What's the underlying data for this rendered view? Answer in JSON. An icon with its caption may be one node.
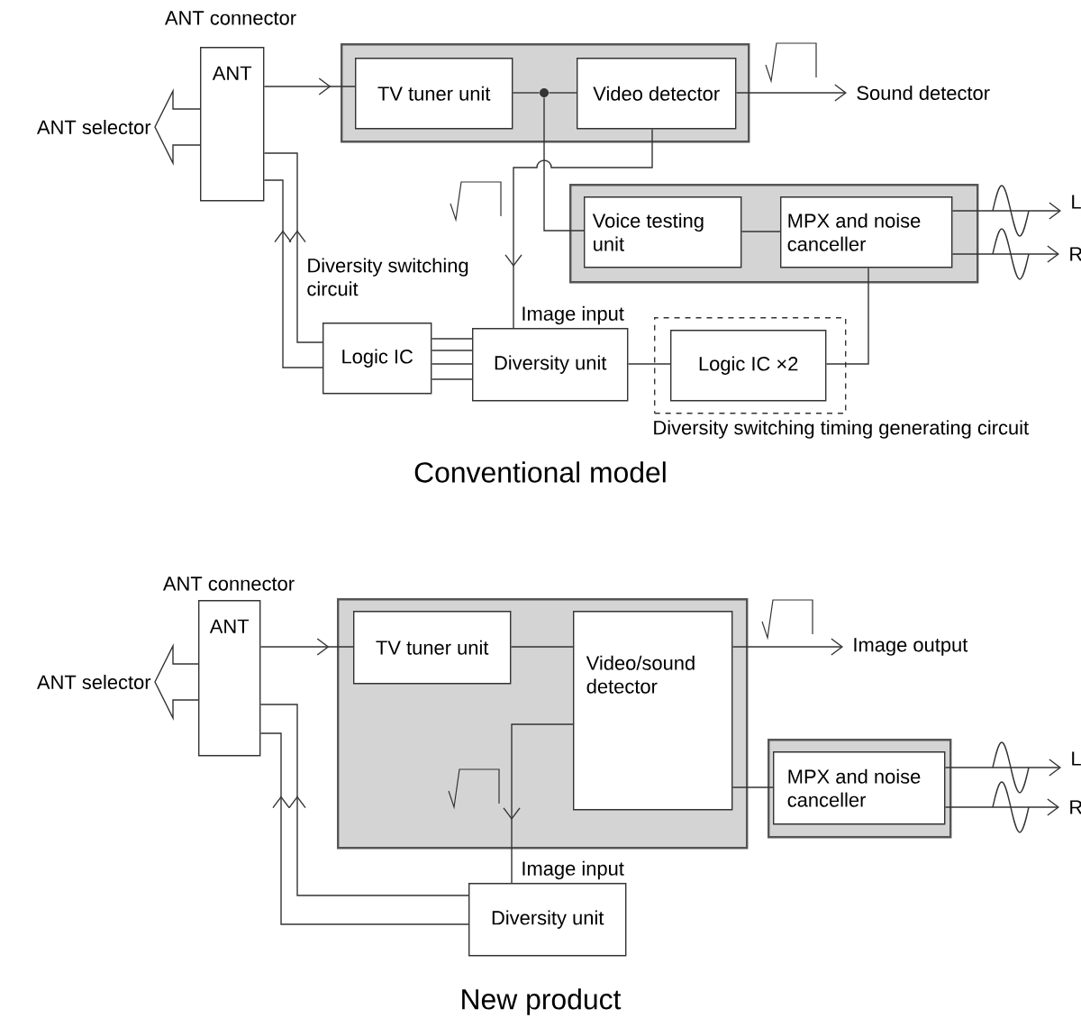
{
  "diagram": {
    "nodes": [
      {
        "text": [
          "ANT"
        ],
        "beside": [
          "ANT connector"
        ]
      },
      {
        "text": [],
        "shape": "box"
      },
      {
        "text": [
          "TV tuner unit"
        ],
        "in": 1
      },
      {
        "text": [],
        "shape": "circle",
        "in": 1
      },
      {
        "text": [
          "Video detector"
        ],
        "in": 1
      },
      {
        "text": [
          "Sound detector"
        ]
      },
      {
        "text": [],
        "shape": "box"
      },
      {
        "text": [
          "Voice testing unit"
        ],
        "in": 6
      },
      {
        "text": [
          "MPX and noise canceller"
        ],
        "in": 6
      },
      {
        "text": [
          "L"
        ]
      },
      {
        "text": [
          "R"
        ]
      },
      {
        "text": [
          "Logic IC"
        ],
        "beside": [
          "Diversity switching circuit"
        ]
      },
      {
        "text": [
          "Diversity unit"
        ]
      },
      {
        "text": [
          "Diversity switching timing generating circuit"
        ]
      },
      {
        "text": [
          "Logic IC ×2"
        ],
        "in": 13
      },
      {
        "text": [
          "ANT"
        ],
        "beside": [
          "ANT connector"
        ]
      },
      {
        "text": [],
        "shape": "box"
      },
      {
        "text": [
          "TV tuner unit"
        ],
        "in": 16
      },
      {
        "text": [
          "Video/sound detector"
        ],
        "in": 16
      },
      {
        "text": [
          "Image output"
        ]
      },
      {
        "text": [],
        "shape": "box"
      },
      {
        "text": [
          "MPX and noise canceller"
        ],
        "in": 20
      },
      {
        "text": [
          "L"
        ]
      },
      {
        "text": [
          "R"
        ]
      },
      {
        "text": [
          "Diversity unit"
        ]
      }
    ],
    "edges": [
      {
        "from": 0,
        "to": 2,
        "arrow": "to"
      },
      {
        "from": 2,
        "to": 3,
        "arrow": "none"
      },
      {
        "from": 3,
        "to": 4,
        "arrow": "none"
      },
      {
        "from": 4,
        "to": 5,
        "arrow": "to"
      },
      {
        "from": 3,
        "to": 7,
        "arrow": "none"
      },
      {
        "from": 4,
        "to": 12,
        "arrow": "to",
        "label": "Image input"
      },
      {
        "from": 7,
        "to": 8,
        "arrow": "none"
      },
      {
        "from": 8,
        "to": 9,
        "arrow": "to"
      },
      {
        "from": 8,
        "to": 10,
        "arrow": "to"
      },
      {
        "from": 8,
        "to": 14,
        "arrow": "none"
      },
      {
        "from": 12,
        "to": 14,
        "arrow": "none"
      },
      {
        "from": 12,
        "to": 11,
        "arrow": "none"
      },
      {
        "from": 12,
        "to": 11,
        "arrow": "none"
      },
      {
        "from": 12,
        "to": 11,
        "arrow": "none"
      },
      {
        "from": 12,
        "to": 11,
        "arrow": "none"
      },
      {
        "from": 11,
        "to": 0,
        "arrow": "to"
      },
      {
        "from": 11,
        "to": 0,
        "arrow": "to"
      },
      {
        "from": 15,
        "to": 17,
        "arrow": "to"
      },
      {
        "from": 17,
        "to": 18,
        "arrow": "none"
      },
      {
        "from": 18,
        "to": 19,
        "arrow": "to"
      },
      {
        "from": 18,
        "to": 21,
        "arrow": "none"
      },
      {
        "from": 21,
        "to": 22,
        "arrow": "to"
      },
      {
        "from": 21,
        "to": 23,
        "arrow": "to"
      },
      {
        "from": 18,
        "to": 24,
        "arrow": "to",
        "label": "Image input"
      },
      {
        "from": 24,
        "to": 15,
        "arrow": "to"
      },
      {
        "from": 24,
        "to": 15,
        "arrow": "to"
      }
    ],
    "labels": [
      "ANT selector",
      "Conventional model",
      "ANT selector",
      "New product"
    ]
  }
}
